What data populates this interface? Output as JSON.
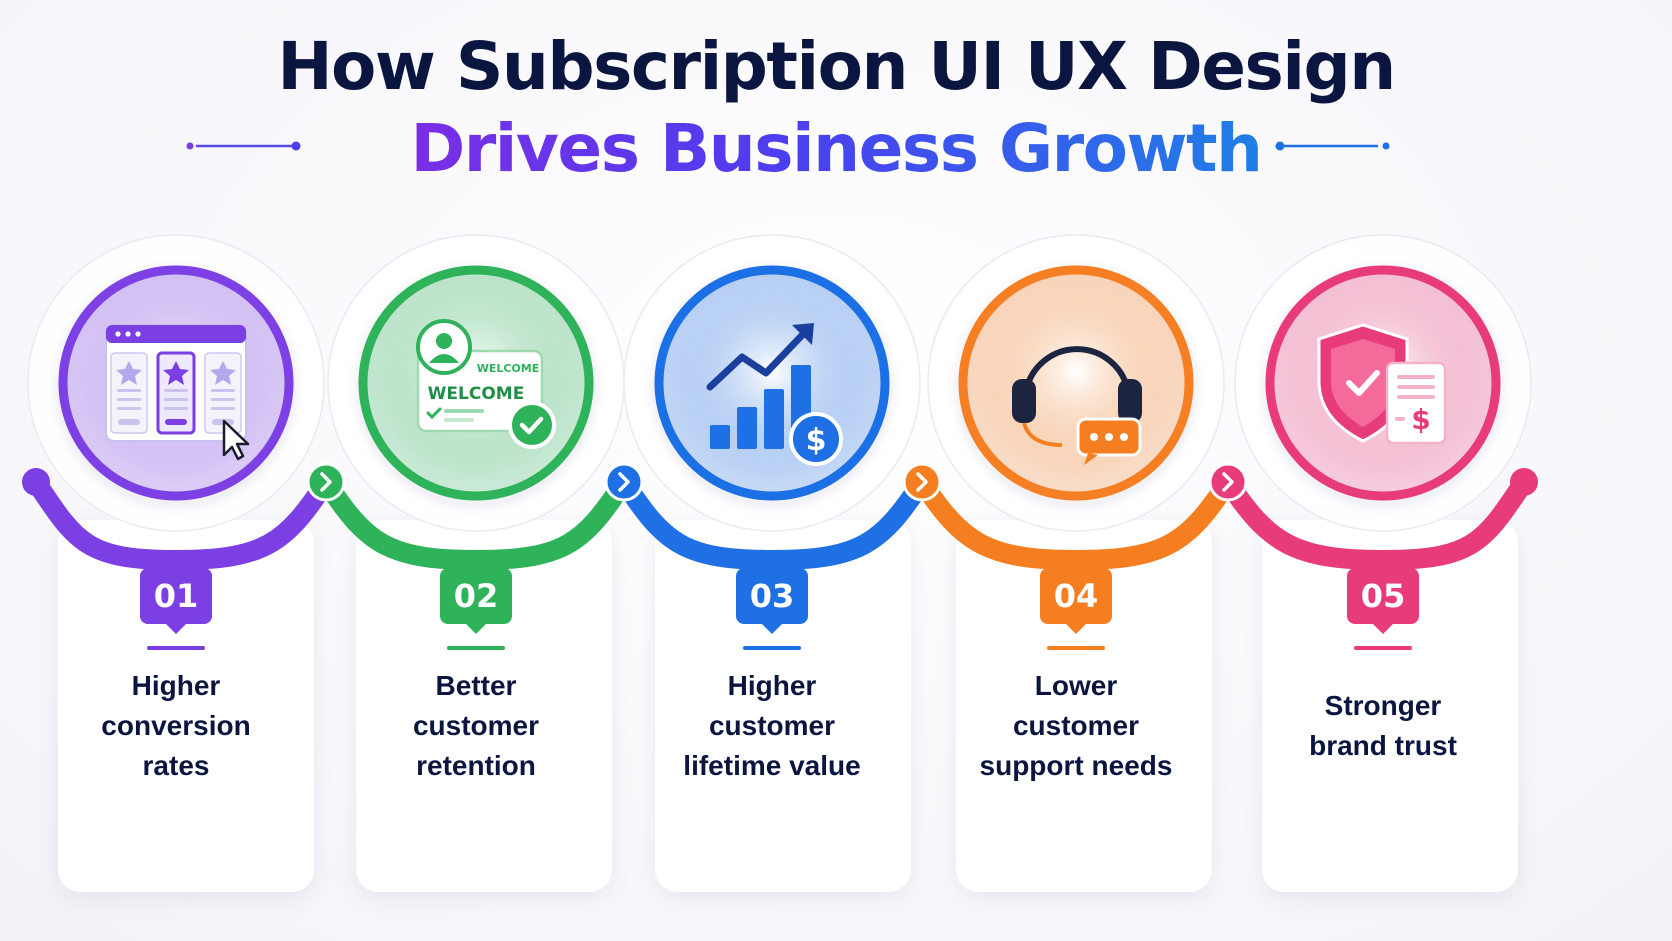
{
  "title": {
    "line1": "How Subscription UI UX Design",
    "line2": "Drives Business Growth"
  },
  "steps": [
    {
      "number": "01",
      "label": "Higher conversion rates",
      "lines": [
        "Higher",
        "conversion",
        "rates"
      ],
      "color": "#7b3fe4",
      "icon": "pricing-plans-icon"
    },
    {
      "number": "02",
      "label": "Better customer retention",
      "lines": [
        "Better",
        "customer",
        "retention"
      ],
      "color": "#2fb35a",
      "icon": "welcome-card-icon",
      "icon_text": [
        "WELCOME",
        "WELCOME"
      ]
    },
    {
      "number": "03",
      "label": "Higher customer lifetime value",
      "lines": [
        "Higher",
        "customer",
        "lifetime value"
      ],
      "color": "#1f6fe5",
      "icon": "growth-chart-dollar-icon"
    },
    {
      "number": "04",
      "label": "Lower customer support needs",
      "lines": [
        "Lower",
        "customer",
        "support needs"
      ],
      "color": "#f57f20",
      "icon": "headset-chat-icon"
    },
    {
      "number": "05",
      "label": "Stronger brand trust",
      "lines": [
        "Stronger",
        "brand trust"
      ],
      "color": "#e83b7a",
      "icon": "shield-invoice-icon"
    }
  ],
  "colors": {
    "title": "#0b1640",
    "gradient_start": "#7a2ee6",
    "gradient_end": "#1f7fe6"
  }
}
